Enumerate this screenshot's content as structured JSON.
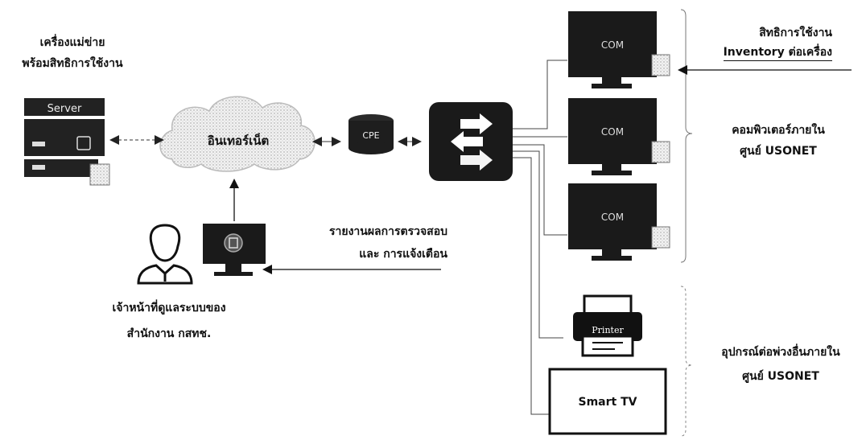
{
  "server": {
    "title_line1": "เครื่องแม่ข่าย",
    "title_line2": "พร้อมสิทธิการใช้งาน",
    "label": "Server"
  },
  "internet": {
    "label": "อินเทอร์เน็ต"
  },
  "cpe": {
    "label": "CPE"
  },
  "computers": [
    {
      "label": "COM"
    },
    {
      "label": "COM"
    },
    {
      "label": "COM"
    }
  ],
  "license_note": {
    "line1": "สิทธิการใช้งาน",
    "line2": "Inventory ต่อเครื่อง"
  },
  "computers_group": {
    "line1": "คอมพิวเตอร์ภายใน",
    "line2": "ศูนย์ USONET"
  },
  "report": {
    "line1": "รายงานผลการตรวจสอบ",
    "line2": "และ การแจ้งเตือน"
  },
  "staff": {
    "line1": "เจ้าหน้าที่ดูแลระบบของ",
    "line2": "สำนักงาน กสทช."
  },
  "printer": {
    "label": "Printer"
  },
  "smart_tv": {
    "label": "Smart TV"
  },
  "peripherals_group": {
    "line1": "อุปกรณ์ต่อพ่วงอื่นภายใน",
    "line2": "ศูนย์ USONET"
  }
}
